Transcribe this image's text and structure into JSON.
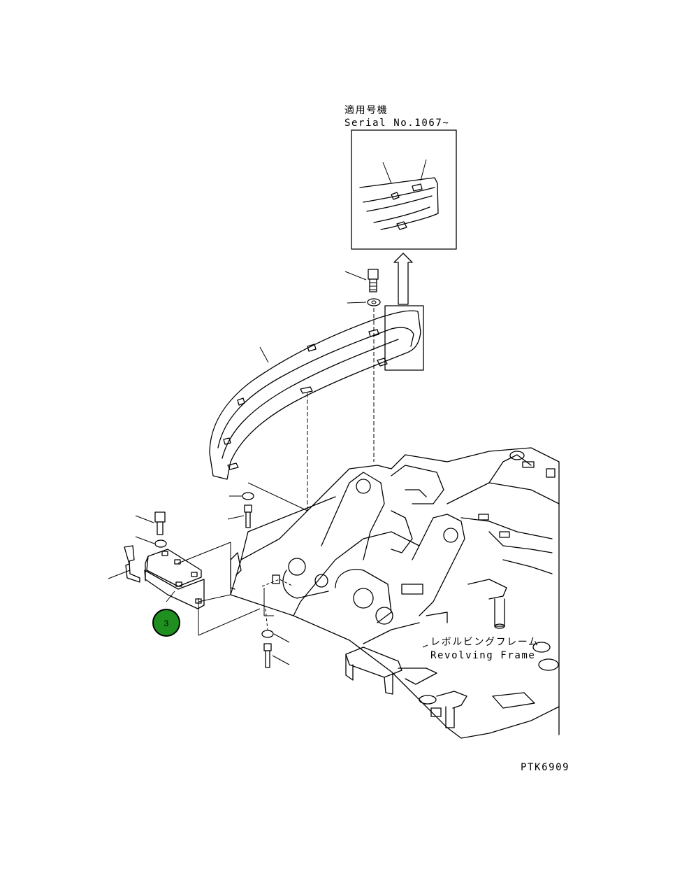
{
  "serial_note": {
    "title_jp": "適用号機",
    "title_en": "Serial No.1067~"
  },
  "frame_label": {
    "jp": "レボルビングフレーム",
    "en": "Revolving Frame"
  },
  "drawing_code": "PTK6909",
  "callout": {
    "number": "3",
    "color": "#1f8f1f"
  }
}
